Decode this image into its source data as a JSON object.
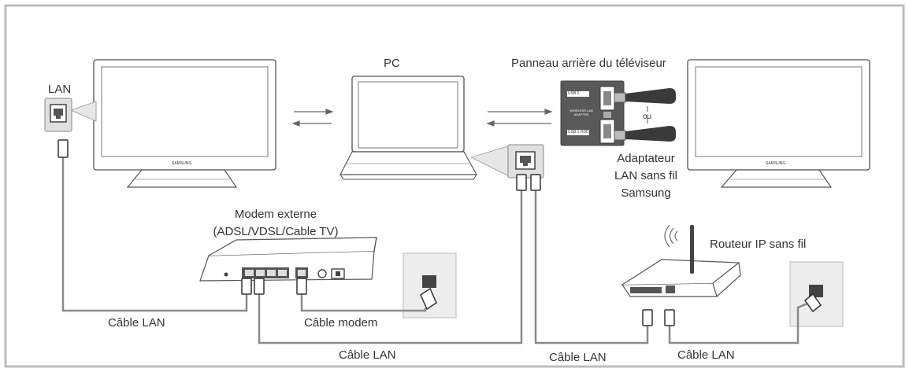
{
  "labels": {
    "lan": "LAN",
    "pc": "PC",
    "tv_back_panel": "Panneau arrière du téléviseur",
    "adapter_line1": "Adaptateur",
    "adapter_line2": "LAN sans fil",
    "adapter_line3": "Samsung",
    "or": "ou",
    "modem_line1": "Modem externe",
    "modem_line2": "(ADSL/VDSL/Cable TV)",
    "router": "Routeur IP sans fil",
    "cable_lan_left": "Câble LAN",
    "cable_modem": "Câble modem",
    "cable_lan_bottom_1": "Câble LAN",
    "cable_lan_bottom_2": "Câble LAN",
    "cable_lan_bottom_3": "Câble LAN"
  },
  "tv_brand": "SAMSUNG",
  "panel_text": {
    "usb2": "USB 2",
    "wireless": "WIRELESS LAN ADAPTER",
    "usb1": "USB 1 HDD"
  },
  "colors": {
    "border": "#bdbdbd",
    "cable": "#8c8c8c",
    "device_stroke": "#555555",
    "panel_dark": "#555555"
  }
}
